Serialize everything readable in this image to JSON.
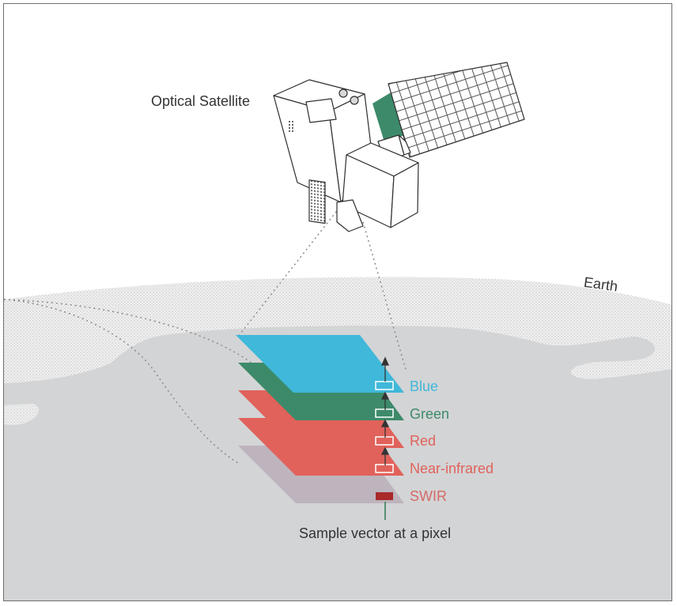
{
  "labels": {
    "satellite": "Optical Satellite",
    "earth": "Earth",
    "sample_vector": "Sample vector at a pixel"
  },
  "bands": [
    {
      "name": "Blue",
      "color": "#3fb8d9"
    },
    {
      "name": "Green",
      "color": "#3d8a6a"
    },
    {
      "name": "Red",
      "color": "#e0625b"
    },
    {
      "name": "Near-infrared",
      "color": "#e0625b"
    },
    {
      "name": "SWIR",
      "color": "#d56a66"
    }
  ],
  "colors": {
    "earth_surface": "#d3d4d6",
    "earth_atmosphere": "#e6e6e6",
    "swir_layer": "#bdb4bd",
    "sample_pixel": "#a82a2a",
    "outline": "#2e2e2e",
    "dotted_line": "#8a8a8a",
    "stem": "#2d7a50"
  }
}
